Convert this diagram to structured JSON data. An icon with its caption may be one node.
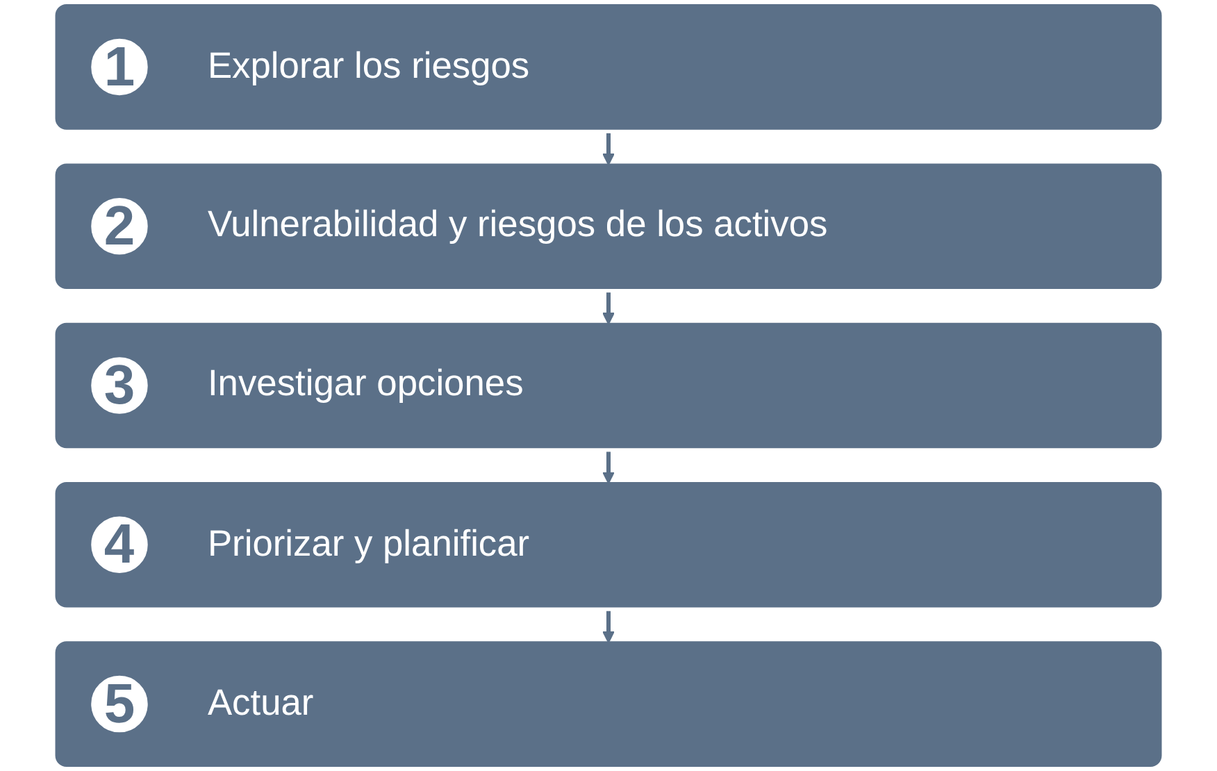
{
  "diagram": {
    "nodes": [
      {
        "text": [
          "Explorar los riesgos"
        ]
      },
      {
        "text": [
          "1"
        ],
        "in": 0
      },
      {
        "text": [
          "Vulnerabilidad y riesgos de los activos"
        ]
      },
      {
        "text": [
          "2"
        ],
        "in": 2
      },
      {
        "text": [
          "Investigar opciones"
        ]
      },
      {
        "text": [
          "3"
        ],
        "in": 4
      },
      {
        "text": [
          "Priorizar y planificar"
        ]
      },
      {
        "text": [
          "4"
        ],
        "in": 6
      },
      {
        "text": [
          "Actuar"
        ]
      },
      {
        "text": [
          "5"
        ],
        "in": 8
      }
    ],
    "edges": [
      {
        "from": 0,
        "to": 2,
        "arrow": "to"
      },
      {
        "from": 2,
        "to": 4,
        "arrow": "to"
      },
      {
        "from": 4,
        "to": 6,
        "arrow": "to"
      },
      {
        "from": 6,
        "to": 8,
        "arrow": "to"
      }
    ]
  }
}
